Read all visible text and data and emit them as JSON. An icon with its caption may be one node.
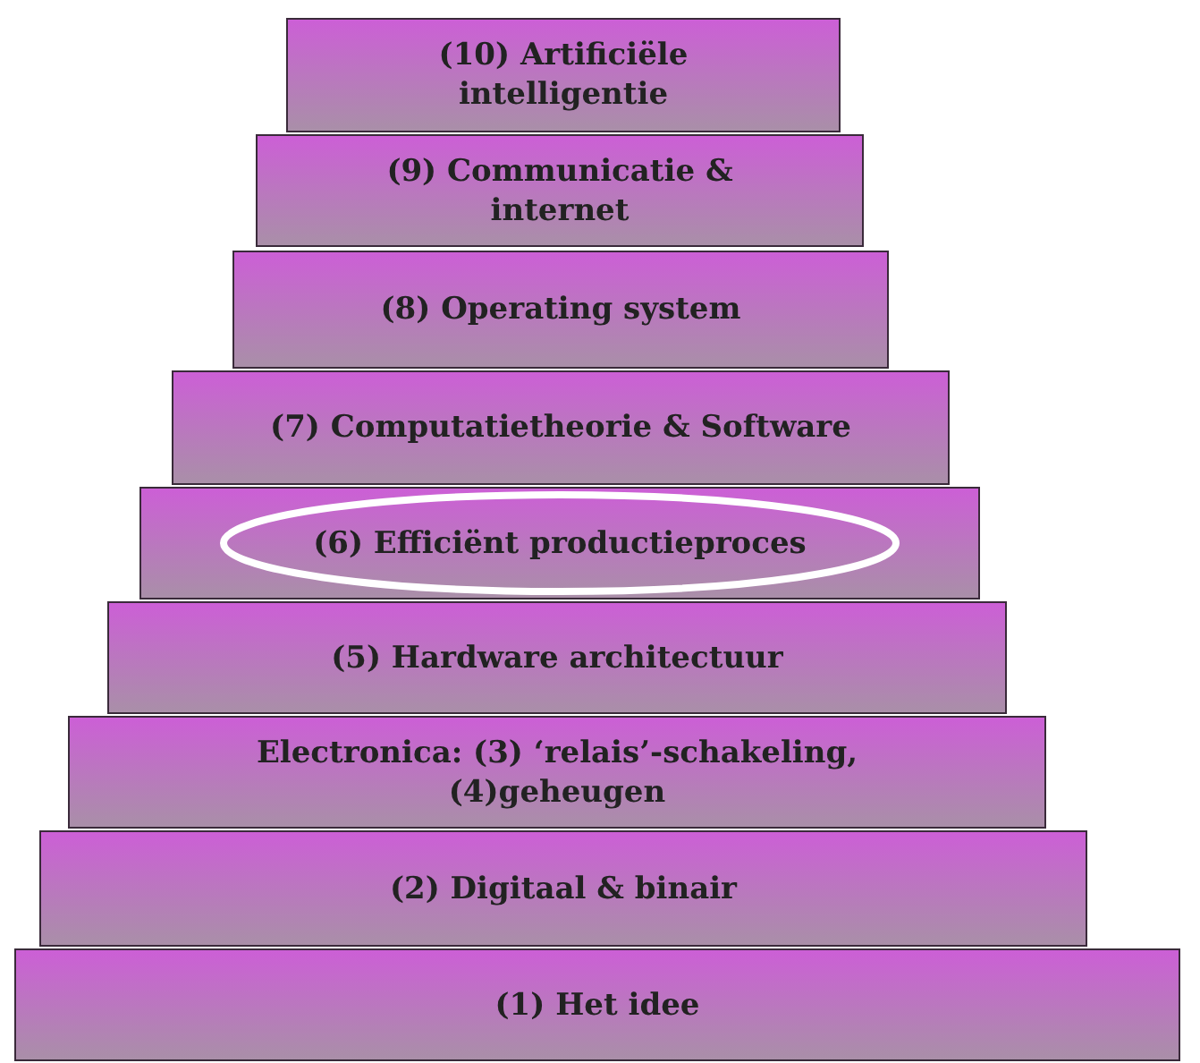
{
  "diagram": {
    "nodes": [
      {
        "text": [
          "(10) Artificiële intelligentie"
        ]
      },
      {
        "text": [
          "(9) Communicatie & internet"
        ]
      },
      {
        "text": [
          "(8) Operating system"
        ]
      },
      {
        "text": [
          "(7) Computatietheorie & Software"
        ]
      },
      {
        "text": [
          "(6) Efficiënt productieproces"
        ]
      },
      {
        "text": [
          "(5) Hardware architectuur"
        ]
      },
      {
        "text": [
          "Electronica: (3) ‘relais’-schakeling, (4)geheugen"
        ]
      },
      {
        "text": [
          "(2) Digitaal & binair"
        ]
      },
      {
        "text": [
          "(1) Het idee"
        ]
      }
    ]
  }
}
